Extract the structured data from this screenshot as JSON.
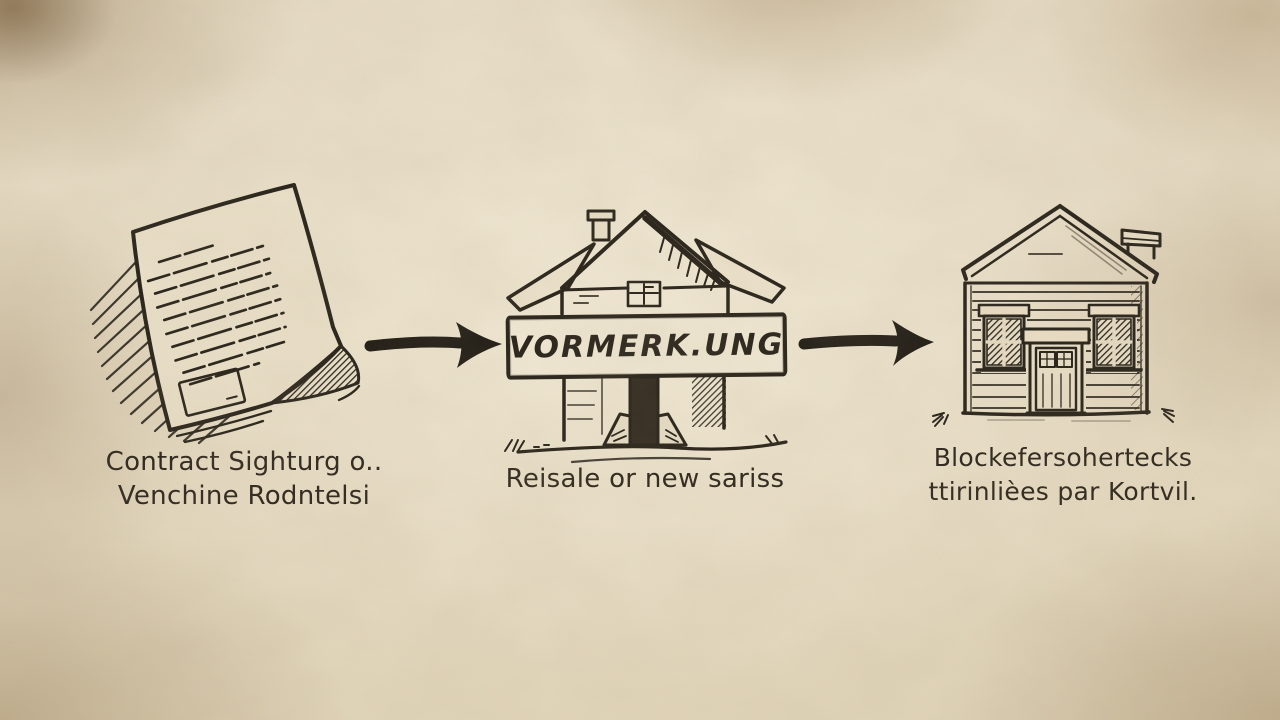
{
  "illustration": {
    "style": "hand-drawn sketch flow on aged parchment",
    "colors": {
      "parchment": "#e9dfc9",
      "ink": "#241f17",
      "banner_background": "#f2ead6"
    }
  },
  "steps": [
    {
      "name": "contract-signing",
      "icon": "contract-document-icon",
      "caption_line1": "Contract Sighturg o..",
      "caption_line2": "Venchine Rodntelsi"
    },
    {
      "name": "vormerkung",
      "icon": "house-with-sign-icon",
      "banner_label": "VORMERK.UNG",
      "caption_line1": "Reisale or new sariss"
    },
    {
      "name": "transfer",
      "icon": "house-icon",
      "caption_line1": "Blockefersohertecks",
      "caption_line2": "ttirinlièes par Kortvil."
    }
  ],
  "arrows": [
    {
      "name": "arrow-step1-to-step2",
      "direction": "right"
    },
    {
      "name": "arrow-step2-to-step3",
      "direction": "right"
    }
  ]
}
